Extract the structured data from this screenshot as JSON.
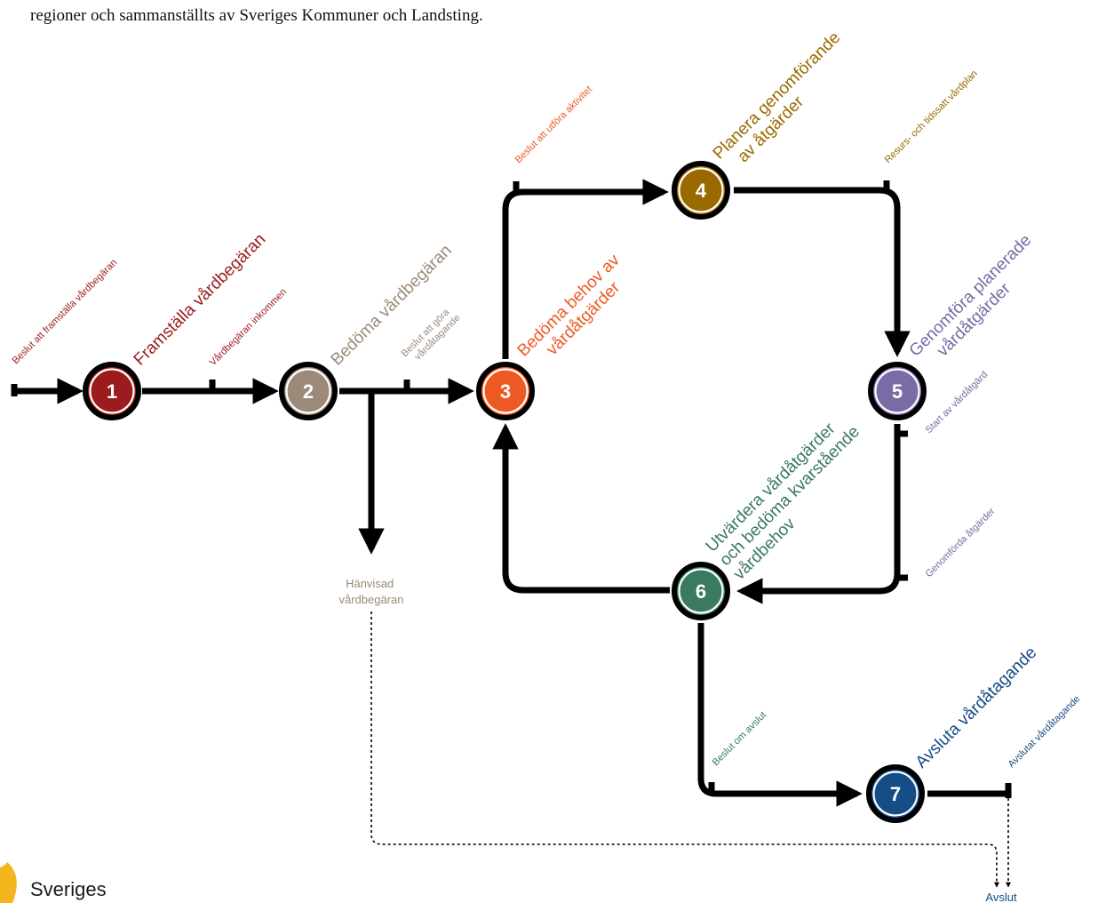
{
  "intro_text": "regioner och sammanställts av Sveriges Kommuner och Landsting.",
  "logo": {
    "name": "Sveriges",
    "icon": "flame-logo-icon",
    "color": "#f2b51c"
  },
  "nodes": [
    {
      "number": "1",
      "title": "Framställa vårdbegäran",
      "color": "#9b1b1e"
    },
    {
      "number": "2",
      "title": "Bedöma vårdbegäran",
      "color": "#9b8a7a"
    },
    {
      "number": "3",
      "title": "Bedöma behov av vårdåtgärder",
      "title_lines": [
        "Bedöma behov av",
        "vårdåtgärder"
      ],
      "color": "#ee5a24"
    },
    {
      "number": "4",
      "title": "Planera genomförande av åtgärder",
      "title_lines": [
        "Planera genomförande",
        "av åtgärder"
      ],
      "color": "#9a6a00"
    },
    {
      "number": "5",
      "title": "Genomföra planerade vårdåtgärder",
      "title_lines": [
        "Genomföra planerade",
        "vårdåtgärder"
      ],
      "color": "#7a6aa6"
    },
    {
      "number": "6",
      "title": "Utvärdera vårdåtgärder och bedöma kvarstående vårdbehov",
      "title_lines": [
        "Utvärdera vårdåtgärder",
        "och bedöma kvarstående",
        "vårdbehov"
      ],
      "color": "#3a7a5e"
    },
    {
      "number": "7",
      "title": "Avsluta vårdåtagande",
      "color": "#154d86"
    }
  ],
  "events": {
    "beslut_framstalla": "Beslut att framställa vårdbegäran",
    "vardbegaran_inkommen": "Vårdbegäran inkommen",
    "beslut_gora_vardatagande": [
      "Beslut att göra",
      "vårdåtagande"
    ],
    "beslut_utfora_aktivitet": "Beslut att utföra aktivitet",
    "resurs_tidssatt_vardplan": "Resurs- och tidssatt vårdplan",
    "start_av_vardatgard": "Start av vårdåtgärd",
    "genomforda_atgarder": "Genomförda åtgärder",
    "beslut_om_avslut": "Beslut om avslut",
    "avslutat_vardatagande": "Avslutat vårdåtagande"
  },
  "outcomes": {
    "hanvisad": [
      "Hänvisad",
      "vårdbegäran"
    ],
    "avslut": "Avslut"
  }
}
